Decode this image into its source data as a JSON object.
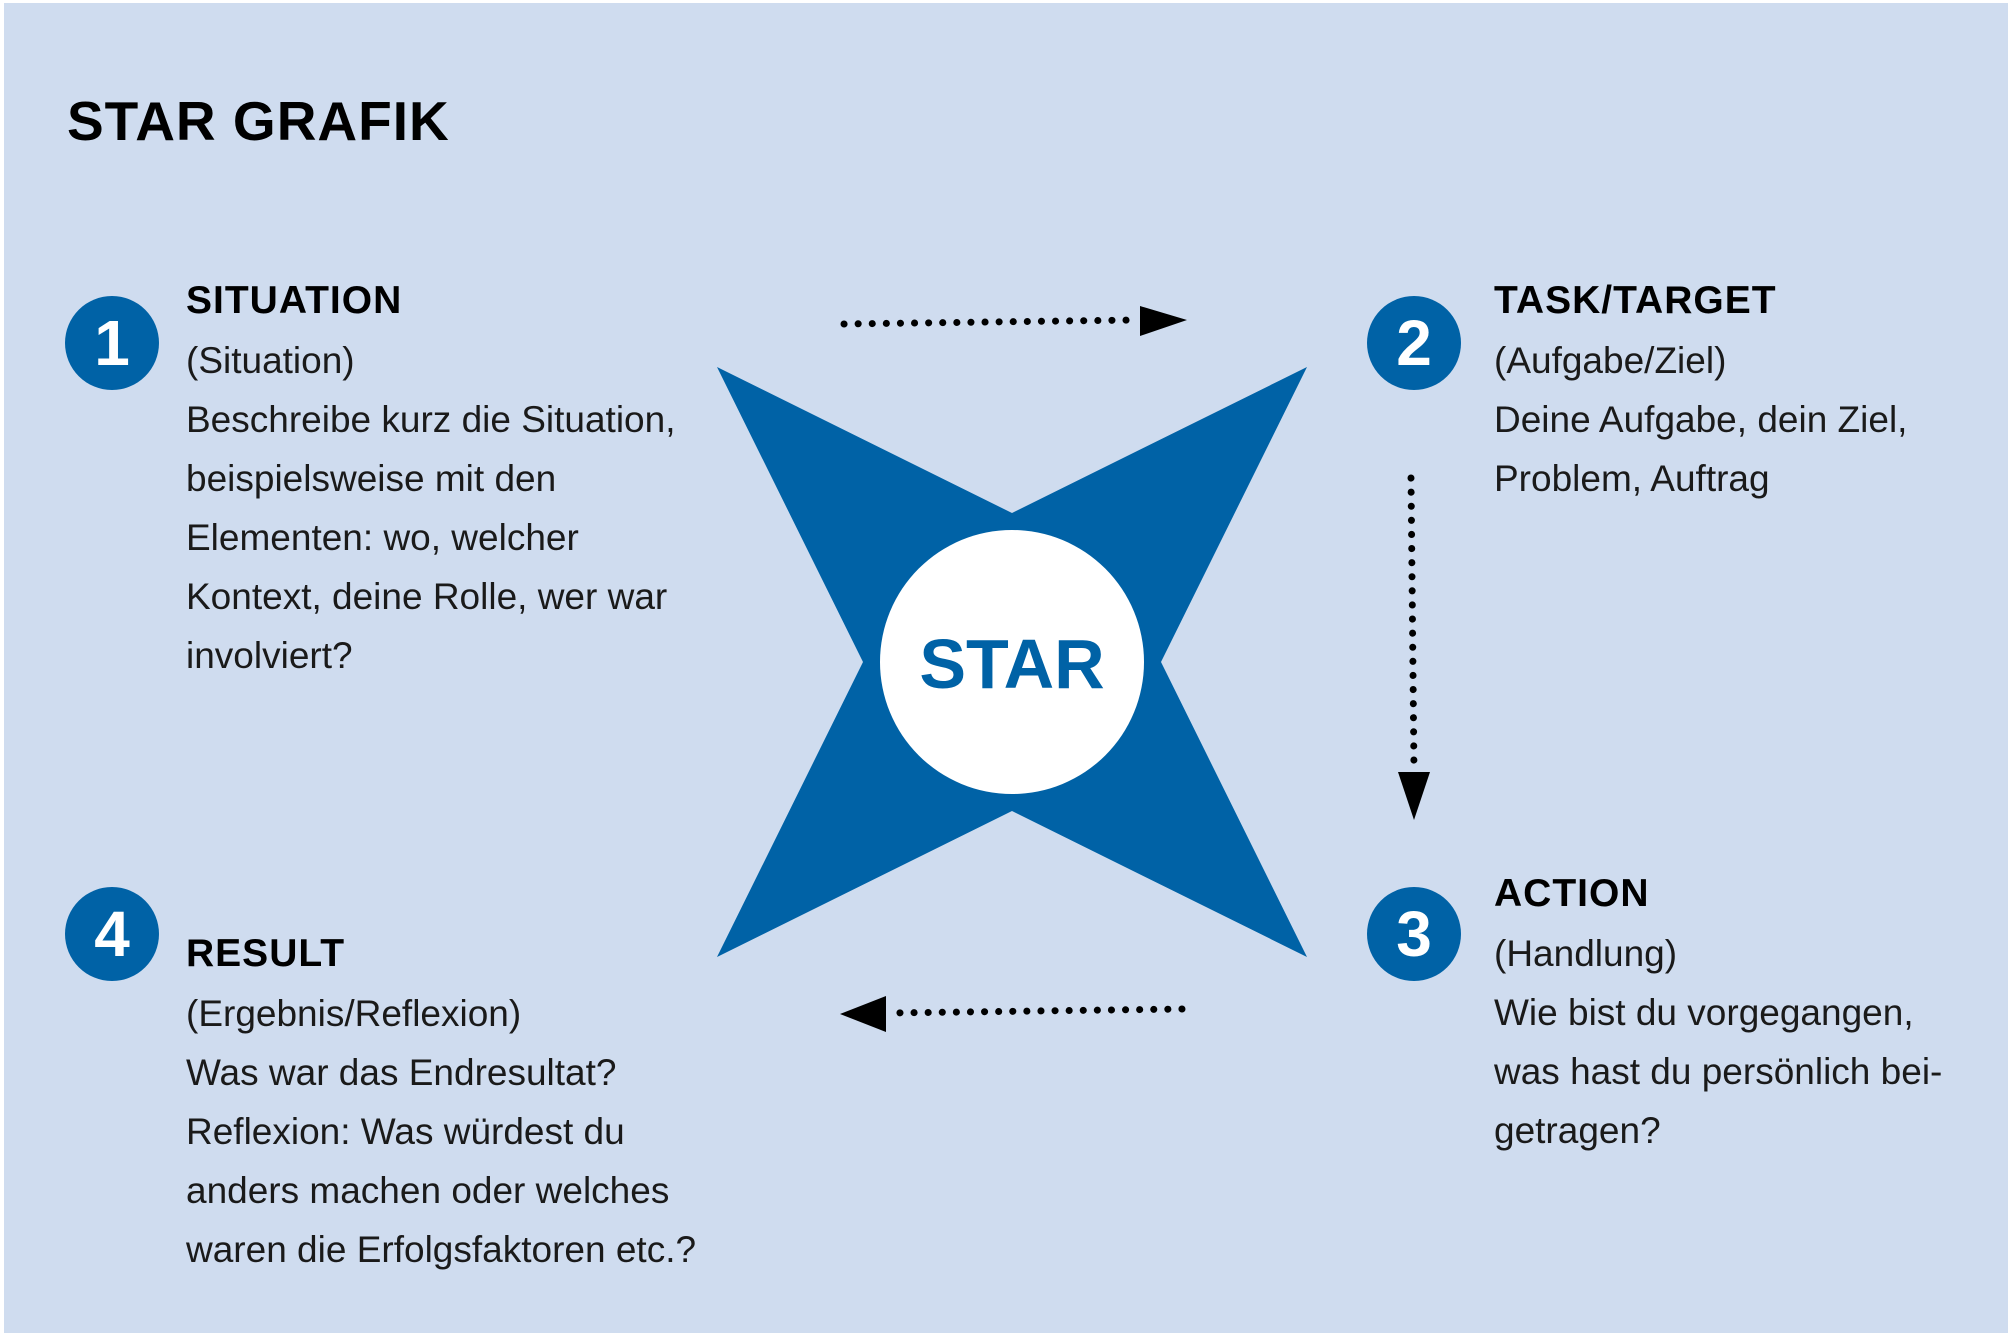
{
  "title": "STAR GRAFIK",
  "colors": {
    "background": "#cfdcef",
    "accent": "#0062a6",
    "text": "#000000"
  },
  "center_label": "STAR",
  "steps": [
    {
      "number": "1",
      "heading": "SITUATION",
      "subtitle": "(Situation)",
      "lines": [
        "Beschreibe kurz die Situation,",
        "beispielsweise mit den",
        "Elementen: wo, welcher",
        "Kontext, deine Rolle, wer war",
        "involviert?"
      ]
    },
    {
      "number": "2",
      "heading": "TASK/TARGET",
      "subtitle": "(Aufgabe/Ziel)",
      "lines": [
        "Deine Aufgabe, dein Ziel,",
        "Problem, Auftrag"
      ]
    },
    {
      "number": "3",
      "heading": "ACTION",
      "subtitle": "(Handlung)",
      "lines": [
        "Wie bist du vorgegangen,",
        "was hast du persönlich bei-",
        "getragen?"
      ]
    },
    {
      "number": "4",
      "heading": "RESULT",
      "subtitle": "(Ergebnis/Reflexion)",
      "lines": [
        "Was war das Endresultat?",
        "Reflexion: Was würdest du",
        "anders machen oder welches",
        "waren die Erfolgsfaktoren etc.?"
      ]
    }
  ]
}
